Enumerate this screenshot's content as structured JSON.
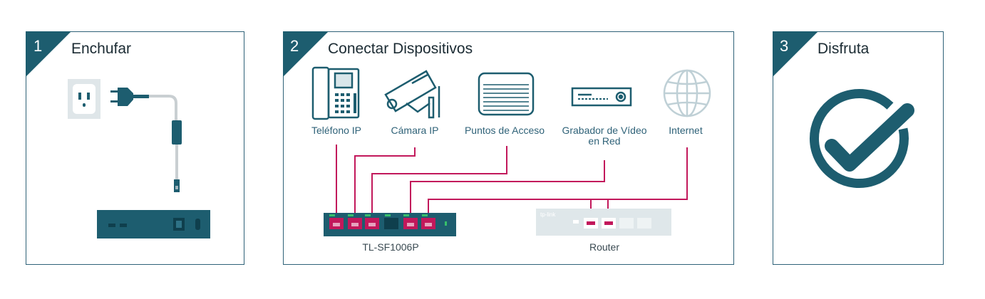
{
  "steps": [
    {
      "number": "1",
      "title": "Enchufar"
    },
    {
      "number": "2",
      "title": "Conectar Dispositivos"
    },
    {
      "number": "3",
      "title": "Disfruta"
    }
  ],
  "devices": {
    "phone": "Teléfono IP",
    "camera": "Cámara IP",
    "ap": "Puntos de Acceso",
    "nvr_line1": "Grabador de Vídeo",
    "nvr_line2": "en Red",
    "internet": "Internet"
  },
  "switch_label": "TL-SF1006P",
  "router_label": "Router",
  "router_brand": "tp-link",
  "colors": {
    "teal": "#1d5d6f",
    "border": "#2f6278",
    "cable": "#c2185b",
    "light": "#d9e6ea"
  }
}
